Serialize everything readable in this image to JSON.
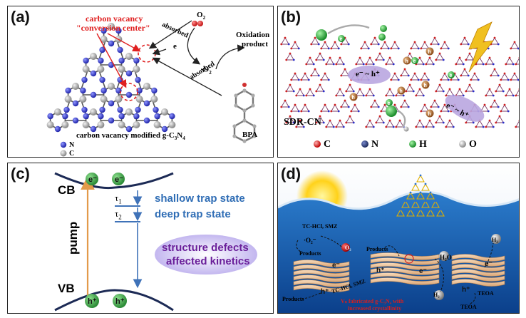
{
  "panel_a": {
    "tag": "(a)",
    "vacancy_label_1": "carbon vacancy",
    "vacancy_label_2": "\"conversion center\"",
    "o2": "O",
    "o2_sub": "2",
    "absorbed_top": "absorbed",
    "electron": "e",
    "superoxide": "·O",
    "superoxide_sub": "2",
    "superoxide_sup": "-",
    "oxidation_1": "Oxidation",
    "oxidation_2": "product",
    "absorbed_bottom": "absorbed",
    "bpa": "BPA",
    "caption_main": "carbon vacancy modified g-C",
    "caption_sub1": "3",
    "caption_n": "N",
    "caption_sub2": "4",
    "legend_n": "N",
    "legend_c": "C"
  },
  "panel_b": {
    "tag": "(b)",
    "name": "SDR-CN",
    "pair_1": "e⁻ ~ h⁺",
    "pair_2": "e⁻ ~ h⁺",
    "legend": [
      "C",
      "N",
      "H",
      "O"
    ],
    "e_label": "e",
    "h_label": "h"
  },
  "panel_c": {
    "tag": "(c)",
    "cb": "CB",
    "vb": "VB",
    "pump": "pump",
    "tau1": "τ",
    "tau1_sub": "1",
    "tau2": "τ",
    "tau2_sub": "2",
    "shallow": "shallow trap state",
    "deep": "deep trap state",
    "defects_1": "structure defects",
    "defects_2": "affected kinetics",
    "e_label": "e⁻",
    "h_label": "h⁺"
  },
  "panel_d": {
    "tag": "(d)",
    "tc_top": "TC-HCl, SMZ",
    "o2_minus": "·O₂⁻",
    "products_left": "Products",
    "products_mid": "Products",
    "products_bottom": "Products",
    "tc_bottom": "TC-HCl, SMZ",
    "h2_right": "H₂",
    "h2_mid": "H₂",
    "h2o": "H₂O",
    "o2": "O₂",
    "teoa_1": "TEOA",
    "teoa_2": "TEOA",
    "caption_1": "Vₙ fabricated g-C₃N₄ with",
    "caption_2": "increased crystallinity",
    "e": "e⁻",
    "h": "h⁺"
  },
  "colors": {
    "nitrogen": "#2a2fc9",
    "carbon": "#a9a9a9",
    "vacancy_red": "#e02020",
    "band_blue": "#3f72b8",
    "trap_text": "#2f6db5",
    "defect_text": "#6a1f9a",
    "green_ball": "#3aa845",
    "water_blue": "#1f6fbf"
  }
}
